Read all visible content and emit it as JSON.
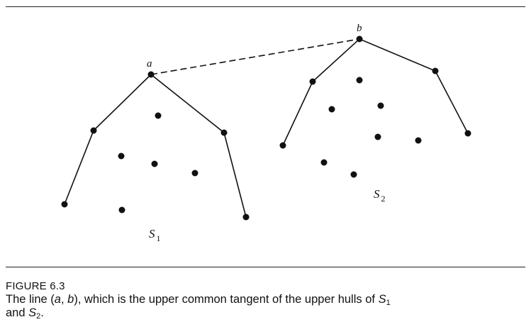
{
  "figure": {
    "title": "FIGURE 6.3",
    "caption": {
      "prefix": "The line (",
      "a": "a",
      "comma": ", ",
      "b": "b",
      "middle": "), which is the upper common tangent of the upper hulls of ",
      "s1_letter": "S",
      "s1_sub": "1",
      "and_text": "and ",
      "s2_letter": "S",
      "s2_sub": "2",
      "end": "."
    }
  },
  "diagram": {
    "point_a_label": "a",
    "point_b_label": "b",
    "set1_label": {
      "letter": "S",
      "sub": "1"
    },
    "set2_label": {
      "letter": "S",
      "sub": "2"
    },
    "tangent_style": "dashed",
    "point_color": "#111111",
    "line_color": "#111111"
  }
}
